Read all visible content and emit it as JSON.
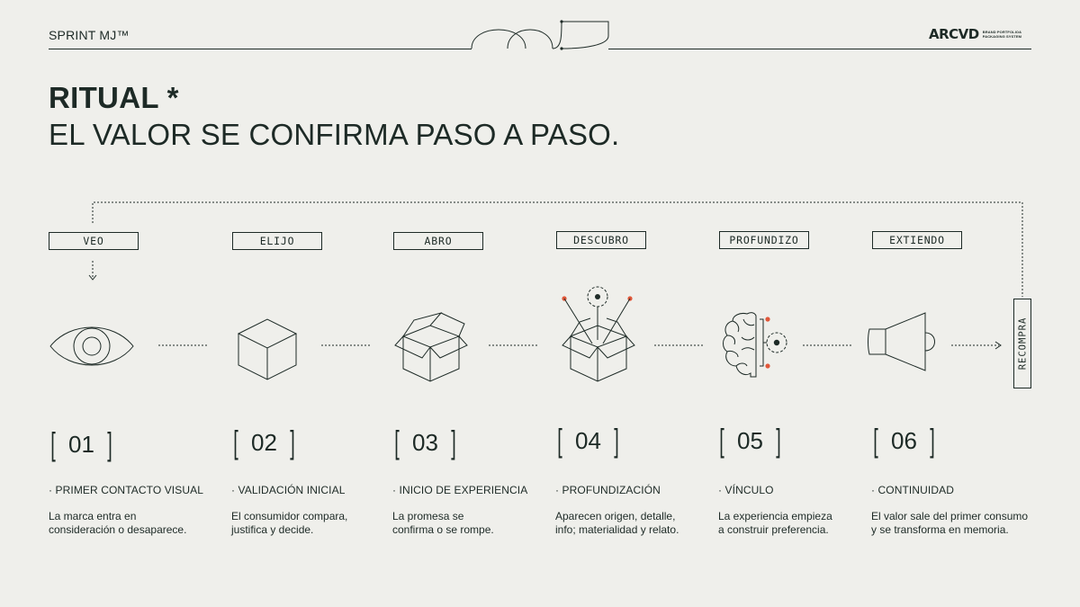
{
  "header": {
    "label": "SPRINT MJ™"
  },
  "logo": {
    "word": "ARCVD",
    "sub_line1": "BRAND PORTFOLIO&",
    "sub_line2": "PACKAGING SYSTEM"
  },
  "title": {
    "line1": "RITUAL *",
    "line2": "EL VALOR SE CONFIRMA PASO A PASO."
  },
  "recompra_label": "RECOMPRA",
  "steps": [
    {
      "tag": "VEO",
      "number": "01",
      "phase": "· PRIMER CONTACTO VISUAL",
      "desc_line1": "La marca entra en",
      "desc_line2": "consideración o desaparece.",
      "icon": "eye-icon"
    },
    {
      "tag": "ELIJO",
      "number": "02",
      "phase": "· VALIDACIÓN INICIAL",
      "desc_line1": "El consumidor compara,",
      "desc_line2": "justifica y decide.",
      "icon": "cube-icon"
    },
    {
      "tag": "ABRO",
      "number": "03",
      "phase": "· INICIO DE EXPERIENCIA",
      "desc_line1": "La promesa se",
      "desc_line2": "confirma o se rompe.",
      "icon": "open-box-icon"
    },
    {
      "tag": "DESCUBRO",
      "number": "04",
      "phase": "· PROFUNDIZACIÓN",
      "desc_line1": "Aparecen origen, detalle,",
      "desc_line2": "info; materialidad y relato.",
      "icon": "discover-box-icon"
    },
    {
      "tag": "PROFUNDIZO",
      "number": "05",
      "phase": "· VÍNCULO",
      "desc_line1": "La experiencia empieza",
      "desc_line2": "a construir preferencia.",
      "icon": "brain-icon"
    },
    {
      "tag": "EXTIENDO",
      "number": "06",
      "phase": "· CONTINUIDAD",
      "desc_line1": "El valor sale del primer consumo",
      "desc_line2": "y se transforma en memoria.",
      "icon": "megaphone-icon"
    }
  ],
  "colors": {
    "background": "#efefeb",
    "ink": "#1d2a26",
    "accent": "#e0573a"
  }
}
